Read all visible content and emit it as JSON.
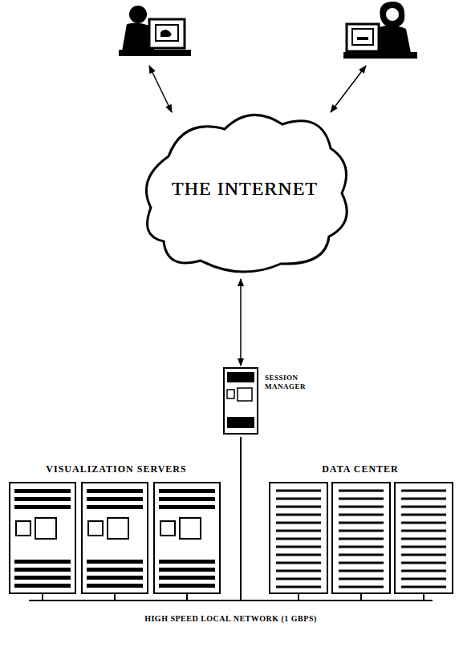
{
  "diagram": {
    "nodes": [
      {
        "text": [
          "THE INTERNET"
        ]
      },
      {
        "text": [
          "SESSION MANAGER"
        ]
      },
      {
        "text": [
          "VISUALIZATION SERVERS"
        ]
      },
      {
        "text": [
          "DATA CENTER"
        ]
      },
      {
        "text": [
          "HIGH SPEED LOCAL NETWORK (1 GBPS)"
        ]
      }
    ],
    "edges": [
      {
        "from": 0,
        "to": 1,
        "arrow": "both"
      },
      {
        "from": 1,
        "to": 4,
        "arrow": "none"
      }
    ]
  }
}
